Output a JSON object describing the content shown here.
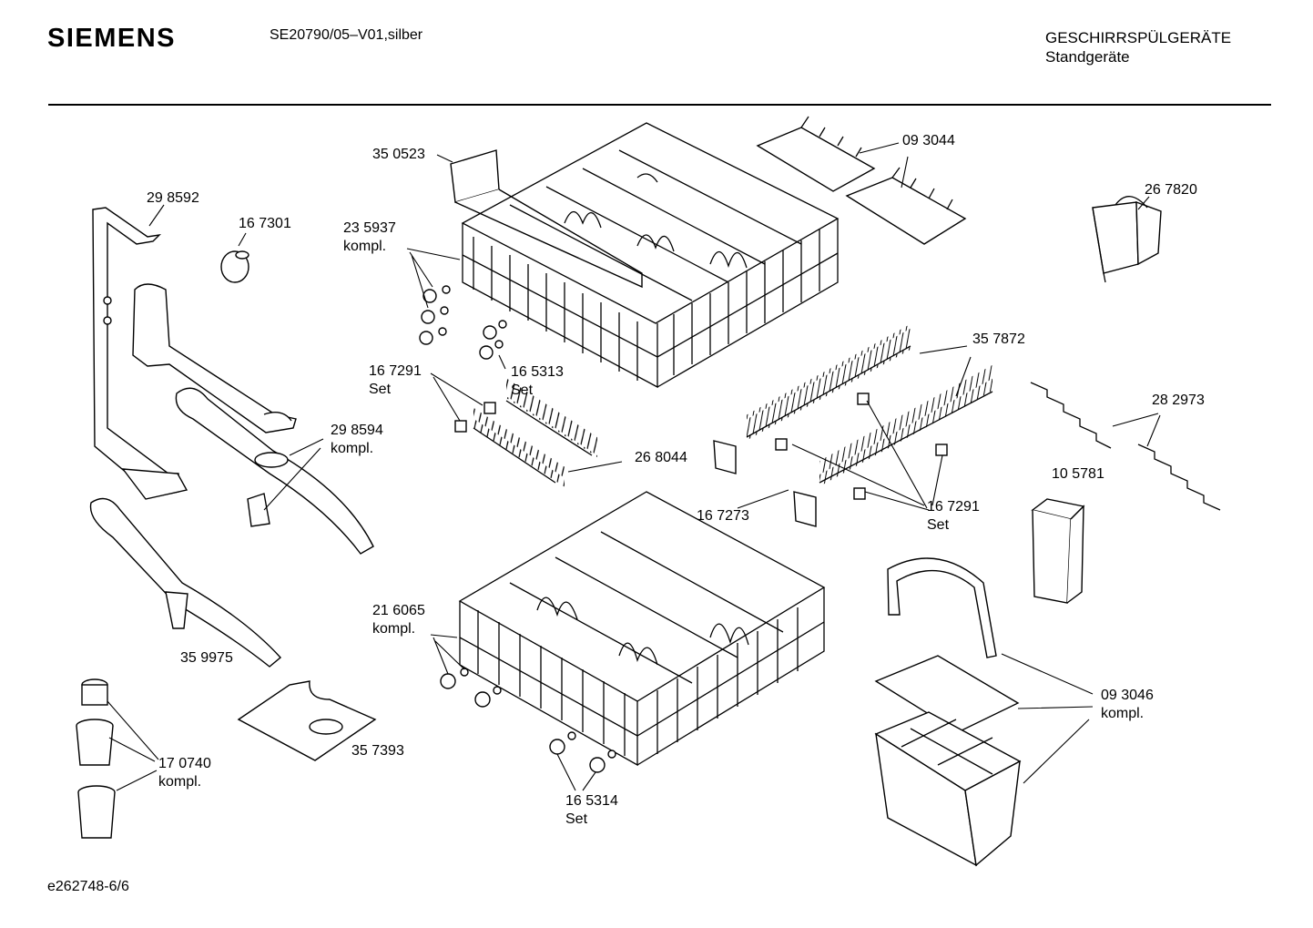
{
  "header": {
    "brand": "SIEMENS",
    "model": "SE20790/05–V01,silber",
    "category_line1": "GESCHIRRSPÜLGERÄTE",
    "category_line2": "Standgeräte"
  },
  "footer": {
    "doc_id": "e262748-6/6"
  },
  "labels": {
    "p350523": "35 0523",
    "p093044": "09 3044",
    "p267820": "26 7820",
    "p298592": "29 8592",
    "p167301": "16 7301",
    "p235937_a": "23 5937",
    "p235937_b": "kompl.",
    "p167291a_a": "16 7291",
    "p167291a_b": "Set",
    "p165313_a": "16 5313",
    "p165313_b": "Set",
    "p357872": "35 7872",
    "p282973": "28 2973",
    "p298594_a": "29 8594",
    "p298594_b": "kompl.",
    "p268044": "26 8044",
    "p105781": "10 5781",
    "p167273": "16 7273",
    "p167291b_a": "16 7291",
    "p167291b_b": "Set",
    "p216065_a": "21 6065",
    "p216065_b": "kompl.",
    "p359975": "35 9975",
    "p093046_a": "09 3046",
    "p093046_b": "kompl.",
    "p357393": "35 7393",
    "p170740_a": "17 0740",
    "p170740_b": "kompl.",
    "p165314_a": "16 5314",
    "p165314_b": "Set"
  }
}
